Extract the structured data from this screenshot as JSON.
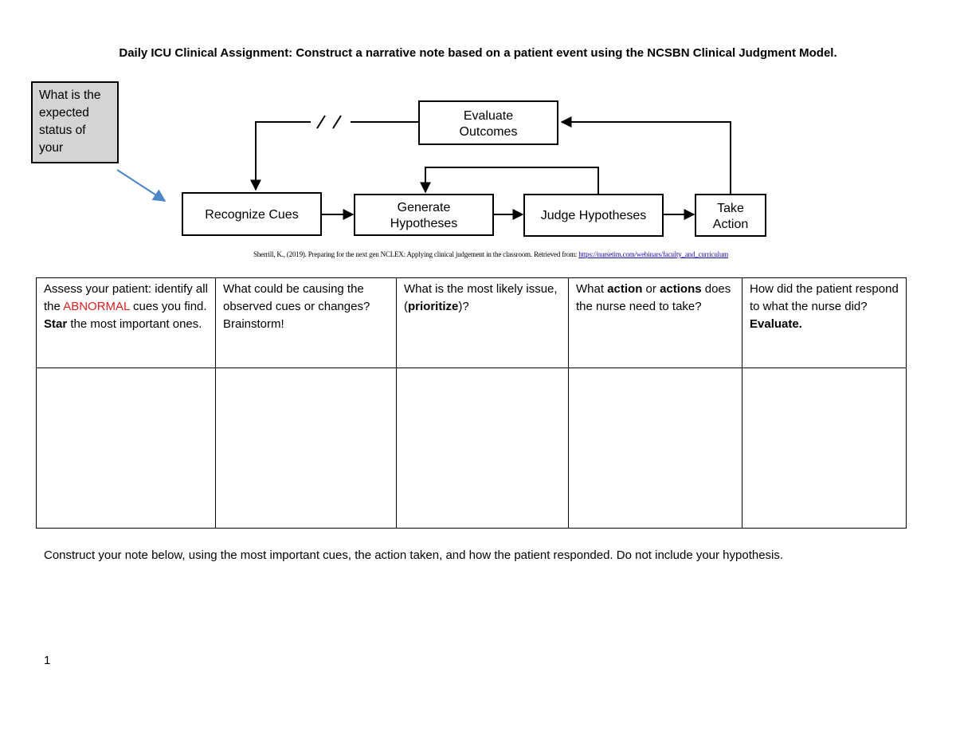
{
  "page": {
    "title": "Daily ICU Clinical Assignment:  Construct a narrative note based on a patient event using the NCSBN Clinical Judgment Model.",
    "callout_text": "What is the expected status of your",
    "page_number": "1"
  },
  "diagram": {
    "evaluate_outcomes": [
      "Evaluate",
      "Outcomes"
    ],
    "recognize_cues": "Recognize Cues",
    "generate_hypotheses": [
      "Generate",
      "Hypotheses"
    ],
    "judge_hypotheses": "Judge Hypotheses",
    "take_action": [
      "Take",
      "Action"
    ],
    "break_mark": "//"
  },
  "citation": {
    "text": "Sherrill, K., (2019). Preparing for the next gen NCLEX: Applying clinical judgement in the classroom. Retrieved from: ",
    "link_text": "https://nursetim.com/webinars/faculty_and_curriculum"
  },
  "table": {
    "col1": {
      "line1": "Assess your patient: identify all the ",
      "abnormal": "ABNORMAL",
      "line2": " cues you find.",
      "star": "Star",
      "line3": " the most important ones."
    },
    "col2": "What could be causing the observed cues or changes? Brainstorm!",
    "col3": {
      "pre": "What is the most likely issue, (",
      "bold": "prioritize",
      "post": ")?"
    },
    "col4": {
      "pre": "What ",
      "bold1": "action",
      "mid": " or ",
      "bold2": "actions",
      "post": " does the nurse need to take?"
    },
    "col5": {
      "pre": "How did the patient respond to what the nurse did? ",
      "bold": "Evaluate."
    }
  },
  "note": {
    "instruction": "Construct your note below, using the most important cues, the action taken, and how the patient responded.  Do not include your hypothesis."
  }
}
